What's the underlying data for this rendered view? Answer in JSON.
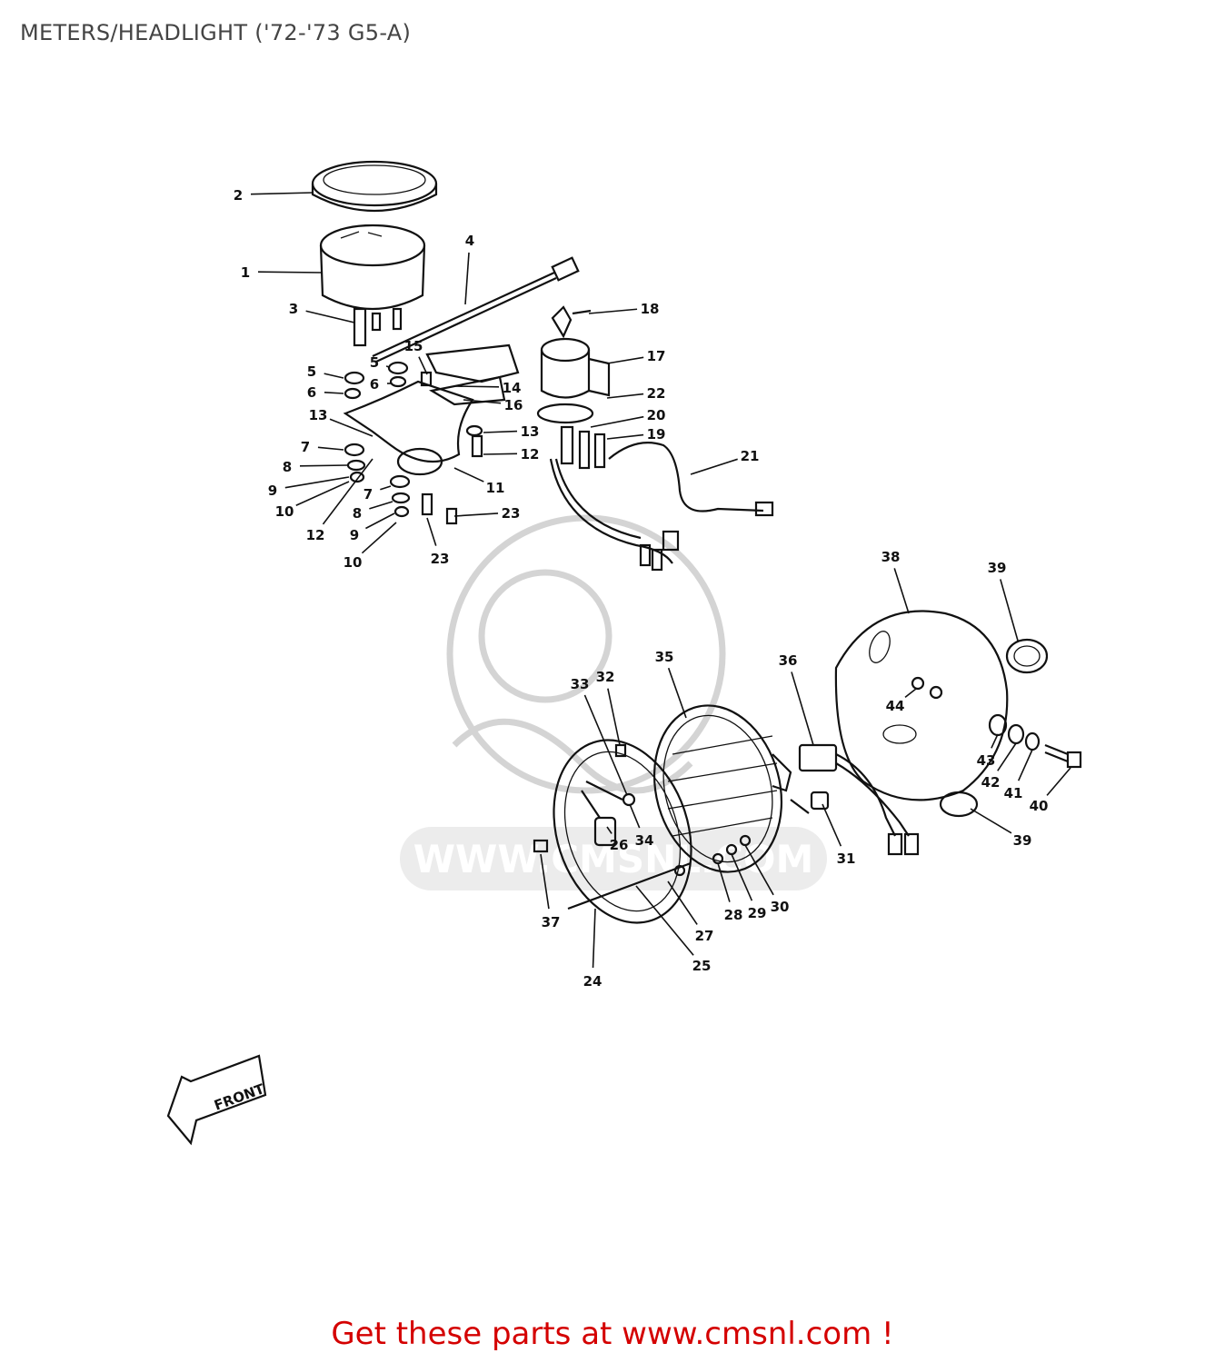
{
  "page": {
    "title": "METERS/HEADLIGHT ('72-'73 G5-A)",
    "footer": "Get these parts at www.cmsnl.com !",
    "footer_color": "#d40000"
  },
  "front_arrow": {
    "label": "FRONT"
  },
  "watermark": {
    "text": "WWW.CMSNL.COM"
  },
  "callouts": [
    "1",
    "2",
    "3",
    "4",
    "5",
    "5",
    "6",
    "6",
    "7",
    "7",
    "8",
    "8",
    "9",
    "9",
    "10",
    "10",
    "11",
    "12",
    "12",
    "13",
    "13",
    "14",
    "15",
    "16",
    "17",
    "18",
    "19",
    "20",
    "21",
    "22",
    "23",
    "23",
    "24",
    "25",
    "26",
    "27",
    "28",
    "29",
    "30",
    "31",
    "32",
    "33",
    "34",
    "35",
    "36",
    "37",
    "38",
    "39",
    "39",
    "40",
    "41",
    "42",
    "43",
    "44"
  ]
}
